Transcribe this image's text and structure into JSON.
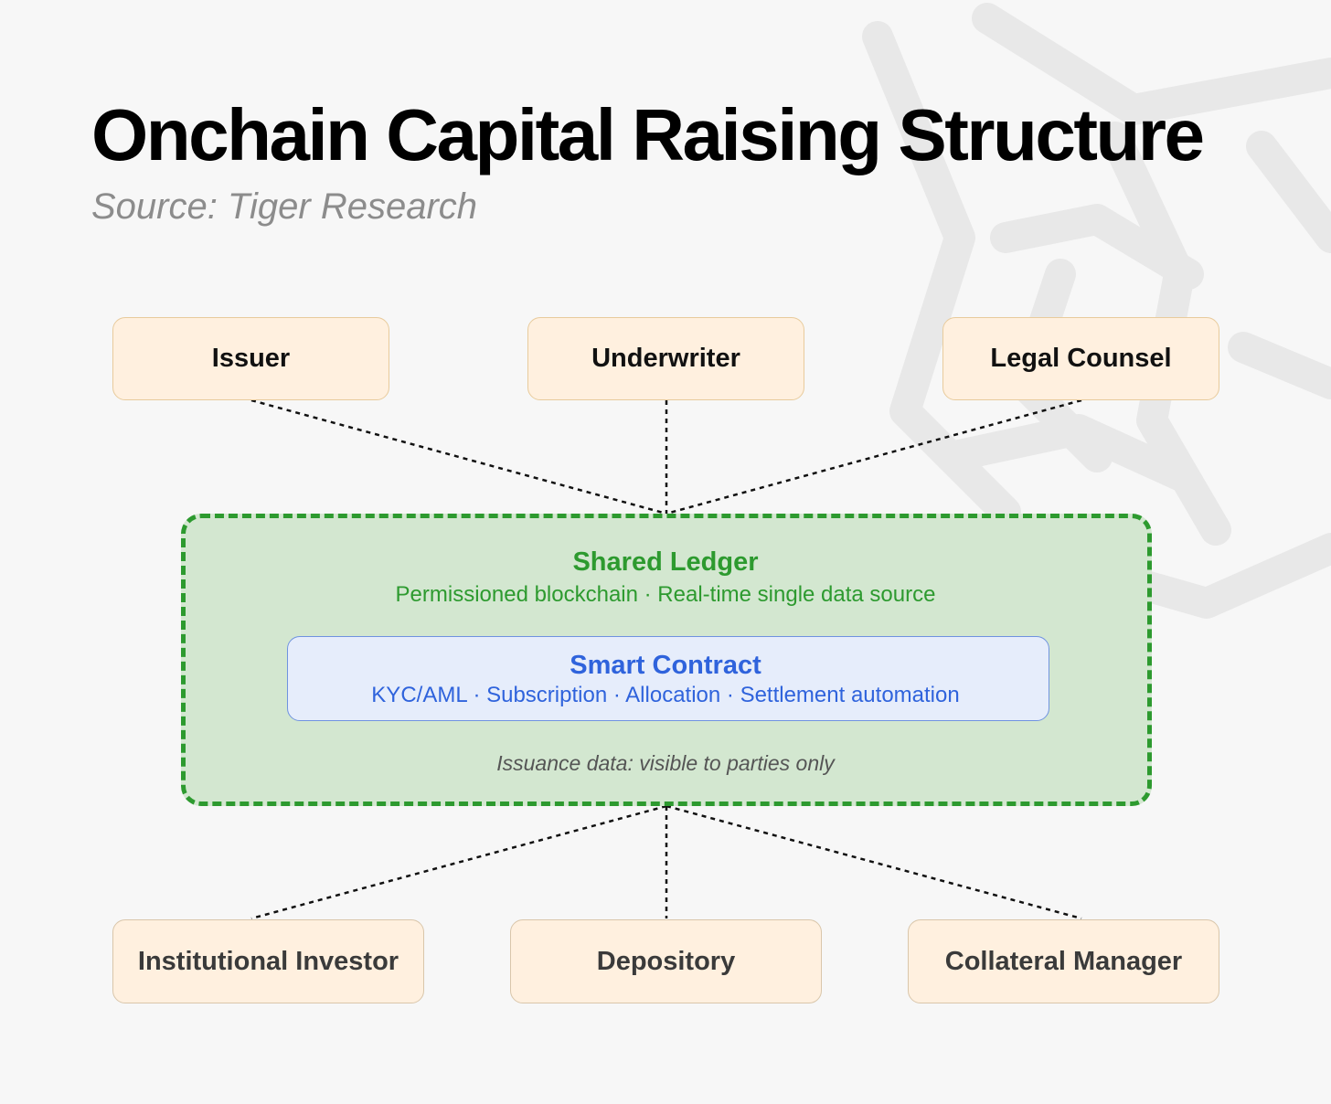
{
  "title": "Onchain Capital Raising Structure",
  "subtitle": "Source: Tiger Research",
  "top_parties": [
    "Issuer",
    "Underwriter",
    "Legal Counsel"
  ],
  "bottom_parties": [
    "Institutional Investor",
    "Depository",
    "Collateral Manager"
  ],
  "ledger": {
    "title": "Shared Ledger",
    "subtitle": "Permissioned blockchain · Real-time single data source",
    "note": "Issuance data: visible to parties only"
  },
  "smart_contract": {
    "title": "Smart Contract",
    "subtitle": "KYC/AML · Subscription · Allocation · Settlement automation"
  },
  "colors": {
    "party_fill": "#fff0df",
    "ledger_fill": "#d3e7d0",
    "ledger_accent": "#2d9a2f",
    "contract_fill": "#e6edfb",
    "contract_accent": "#2f63dc"
  },
  "background_watermark": "tiger-logo"
}
